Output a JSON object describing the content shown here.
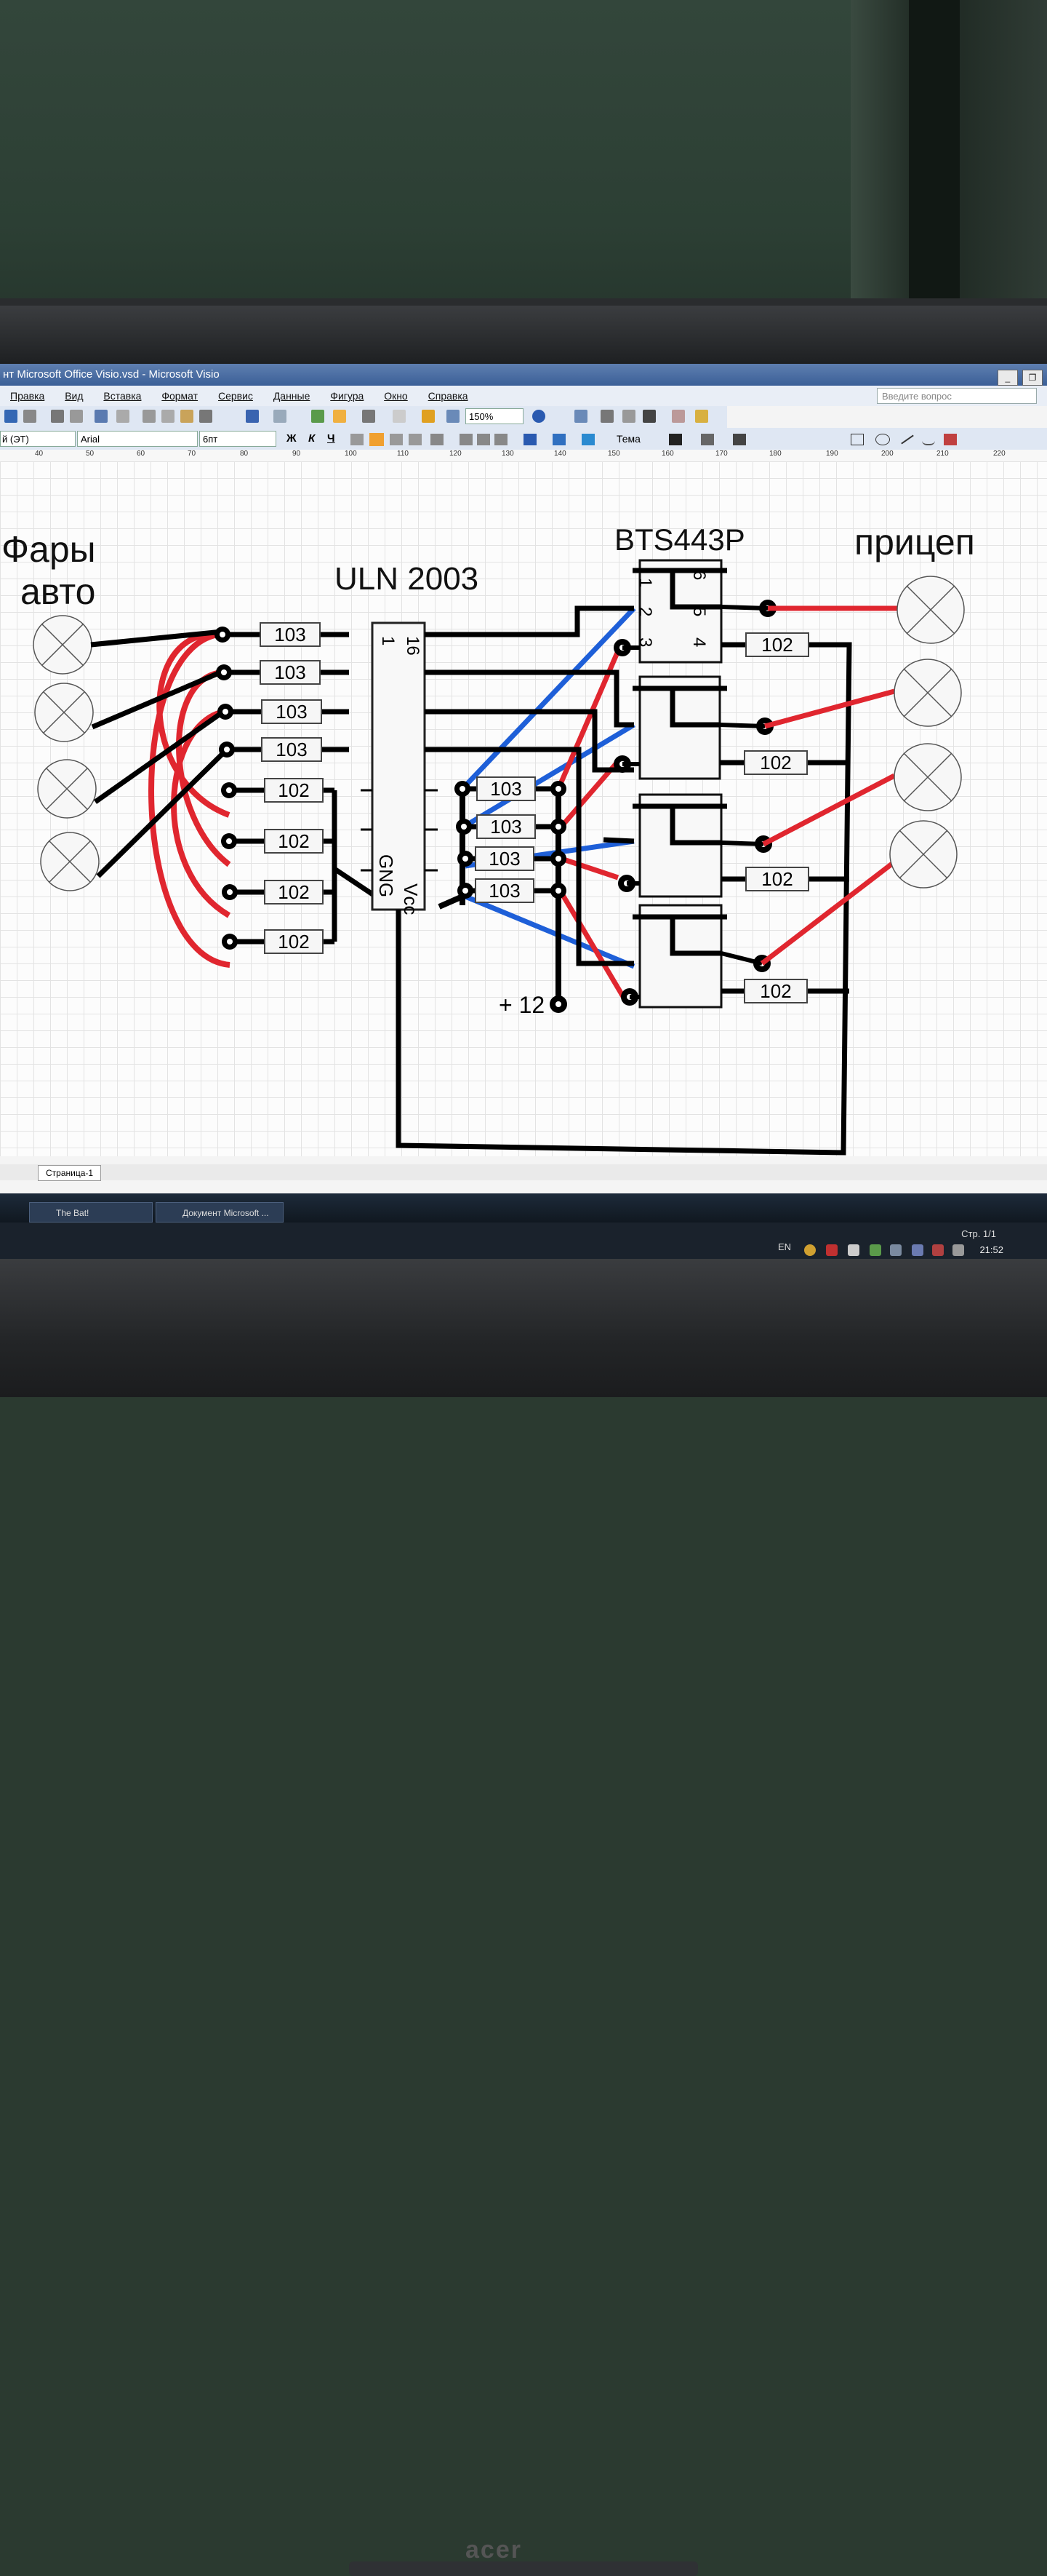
{
  "window": {
    "title": "нт Microsoft Office Visio.vsd - Microsoft Visio",
    "controls": [
      "_",
      "❐"
    ]
  },
  "menu": {
    "items": [
      "Правка",
      "Вид",
      "Вставка",
      "Формат",
      "Сервис",
      "Данные",
      "Фигура",
      "Окно",
      "Справка"
    ],
    "help_placeholder": "Введите вопрос"
  },
  "toolbar": {
    "zoom": "150%",
    "style": "й (ЭТ)",
    "font": "Arial",
    "size": "6пт",
    "bold": "Ж",
    "italic": "К",
    "underline": "Ч",
    "theme": "Тема"
  },
  "ruler": {
    "ticks": [
      "40",
      "50",
      "60",
      "70",
      "80",
      "90",
      "100",
      "110",
      "120",
      "130",
      "140",
      "150",
      "160",
      "170",
      "180",
      "190",
      "200",
      "210",
      "220"
    ]
  },
  "diagram": {
    "label_headlights_1": "Фары",
    "label_headlights_2": "авто",
    "label_driver": "ULN 2003",
    "label_switch": "BTS443P",
    "label_trailer": "прицеп",
    "uln_pin_16": "16",
    "uln_pin_1": "1",
    "uln_gnd": "GNG",
    "uln_vcc": "Vcc",
    "supply": "+ 12",
    "left_resistors": [
      "103",
      "103",
      "103",
      "103",
      "102",
      "102",
      "102",
      "102"
    ],
    "mid_resistors": [
      "103",
      "103",
      "103",
      "103"
    ],
    "right_resistors": [
      "102",
      "102",
      "102",
      "102"
    ],
    "bts_pins": [
      "1",
      "2",
      "3",
      "6",
      "5",
      "4"
    ]
  },
  "status": {
    "page_tab": "Страница-1",
    "page_count": "Стр. 1/1"
  },
  "taskbar": {
    "app1": "The Bat!",
    "app2": "Документ Microsoft ...",
    "lang": "EN",
    "time": "21:52"
  },
  "monitor": {
    "brand": "acer"
  },
  "colors": {
    "red_wire": "#e0262f",
    "blue_wire": "#1e5fd8",
    "black_wire": "#000000"
  }
}
